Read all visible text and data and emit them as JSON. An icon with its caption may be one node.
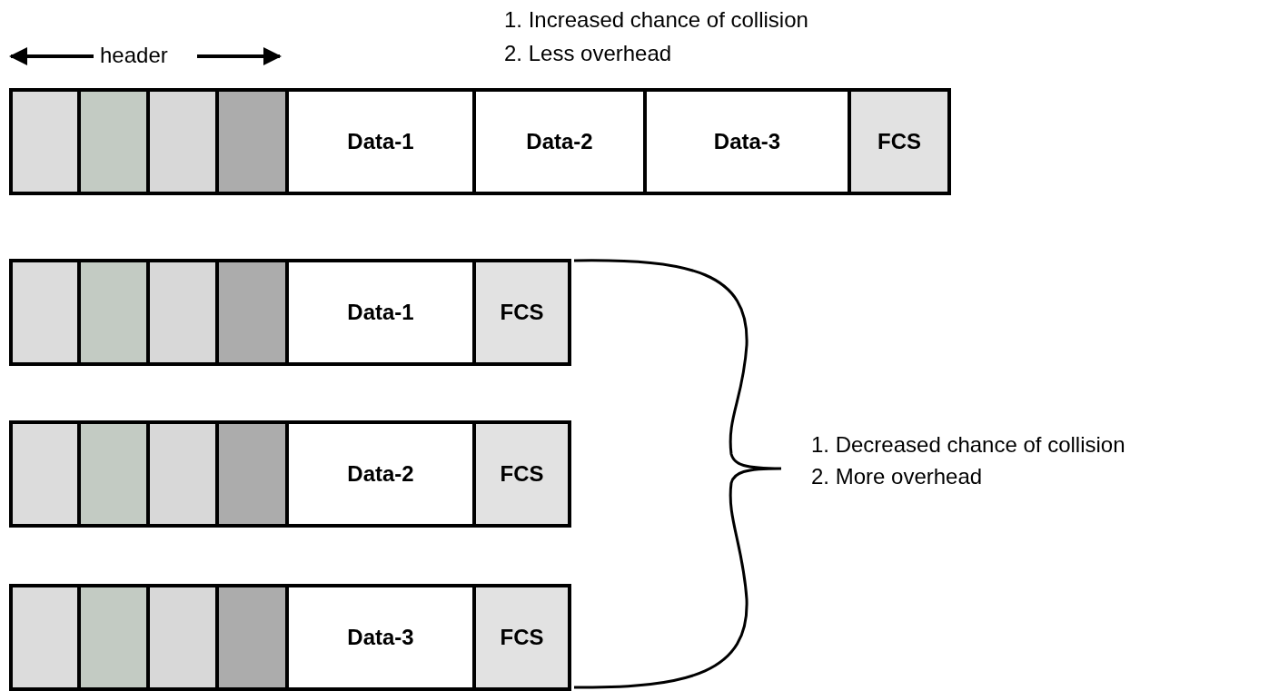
{
  "diagram": {
    "nodes": [
      {
        "text": [],
        "shape": "box"
      },
      {
        "text": [],
        "shape": "box"
      },
      {
        "text": [],
        "shape": "box"
      },
      {
        "text": [],
        "shape": "box"
      },
      {
        "text": [
          "Data-1"
        ]
      },
      {
        "text": [
          "Data-2"
        ]
      },
      {
        "text": [
          "Data-3"
        ]
      },
      {
        "text": [
          "FCS"
        ]
      },
      {
        "text": [],
        "shape": "box"
      },
      {
        "text": [],
        "shape": "box"
      },
      {
        "text": [],
        "shape": "box"
      },
      {
        "text": [],
        "shape": "box"
      },
      {
        "text": [
          "Data-1"
        ]
      },
      {
        "text": [
          "FCS"
        ]
      },
      {
        "text": [],
        "shape": "box"
      },
      {
        "text": [],
        "shape": "box"
      },
      {
        "text": [],
        "shape": "box"
      },
      {
        "text": [],
        "shape": "box"
      },
      {
        "text": [
          "Data-2"
        ]
      },
      {
        "text": [
          "FCS"
        ]
      },
      {
        "text": [],
        "shape": "box"
      },
      {
        "text": [],
        "shape": "box"
      },
      {
        "text": [],
        "shape": "box"
      },
      {
        "text": [],
        "shape": "box"
      },
      {
        "text": [
          "Data-3"
        ]
      },
      {
        "text": [
          "FCS"
        ]
      }
    ],
    "edges": [],
    "labels": [
      "header",
      "1. Increased chance of collision",
      "2. Less overhead",
      "1. Decreased chance of collision",
      "2. More overhead"
    ]
  }
}
